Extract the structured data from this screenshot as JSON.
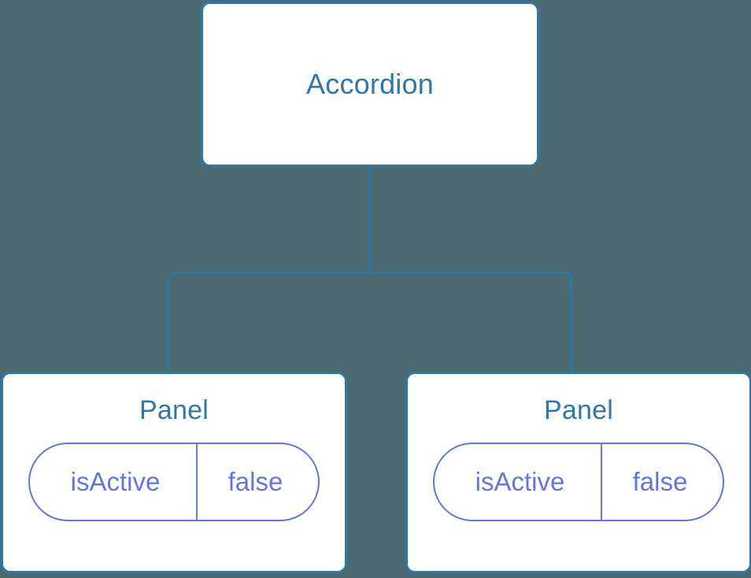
{
  "canvas": {
    "background_color": "#4c6a72",
    "node_border_color": "#2e77a6",
    "node_fill_color": "#ffffff",
    "title_color": "#2e77a6",
    "prop_color": "#6674de",
    "connector_color": "#2e77a6"
  },
  "tree": {
    "root": {
      "title": "Accordion"
    },
    "children": [
      {
        "title": "Panel",
        "props": [
          {
            "key": "isActive",
            "value": "false"
          }
        ]
      },
      {
        "title": "Panel",
        "props": [
          {
            "key": "isActive",
            "value": "false"
          }
        ]
      }
    ]
  }
}
